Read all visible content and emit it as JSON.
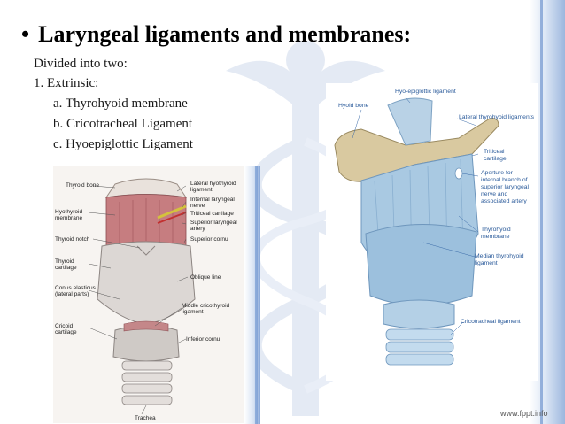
{
  "slide": {
    "title": "Laryngeal ligaments and membranes:",
    "bullet": "•",
    "lines": [
      "Divided into two:",
      "1.  Extrinsic:"
    ],
    "sub_items": [
      "a. Thyrohyoid membrane",
      "b. Cricotracheal Ligament",
      "c. Hyoepiglottic Ligament"
    ],
    "footer": "www.fppt.info"
  },
  "figure_left": {
    "labels": {
      "thyroid_bone": "Thyroid bone",
      "lateral_hyothyroid": "Lateral hyothyroid\nligament",
      "internal_laryngeal": "Internal laryngeal\nnerve",
      "hyothyroid_membrane": "Hyothyroid\nmembrane",
      "triticeal": "Triticeal cartilage",
      "superior_laryngeal": "Superior laryngeal\nartery",
      "thyroid_notch": "Thyroid notch",
      "superior_cornu": "Superior cornu",
      "thyroid_cartilage": "Thyroid\ncartilage",
      "oblique_line": "Oblique line",
      "conus_elasticus": "Conus elasticus\n(lateral parts)",
      "middle_cricothyroid": "Middle cricothyroid\nligament",
      "cricoid_cartilage": "Cricoid\ncartilage",
      "inferior_cornu": "Inferior cornu",
      "trachea": "Trachea"
    }
  },
  "figure_right": {
    "labels": {
      "hyo_epiglottic": "Hyo-epiglottic ligament",
      "hyoid_bone": "Hyoid bone",
      "lateral_thyrohyoid": "Lateral thyrohyoid ligaments",
      "triticeal": "Triticeal\ncartilage",
      "aperture": "Aperture for\ninternal branch of\nsuperior laryngeal\nnerve and\nassociated artery",
      "thyrohyoid_membrane": "Thyrohyoid\nmembrane",
      "median_thyrohyoid": "Median thyrohyoid\nligament",
      "cricotracheal": "Cricotracheal ligament"
    }
  }
}
